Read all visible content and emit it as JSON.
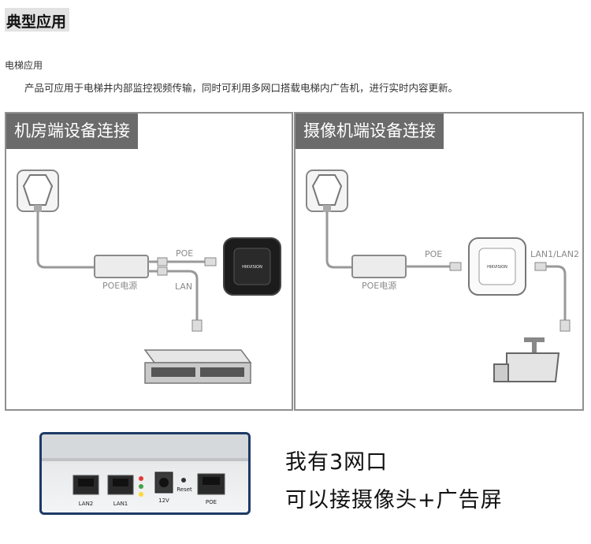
{
  "heading": "典型应用",
  "subheading": "电梯应用",
  "description": "产品可应用于电梯井内部监控视频传输，同时可利用多网口搭载电梯内广告机，进行实时内容更新。",
  "panels": [
    {
      "title": "机房端设备连接",
      "poe_power_label": "POE电源",
      "poe_label": "POE",
      "lan_label": "LAN",
      "device_brand": "HIKVISION"
    },
    {
      "title": "摄像机端设备连接",
      "poe_power_label": "POE电源",
      "poe_label": "POE",
      "lan_label": "LAN1/LAN2",
      "device_brand": "HIKVISION"
    }
  ],
  "photo": {
    "ports": [
      "LAN2",
      "LAN1",
      "12V",
      "Reset",
      "POE"
    ]
  },
  "caption": {
    "line1": "我有3网口",
    "line2": "可以接摄像头+广告屏"
  }
}
